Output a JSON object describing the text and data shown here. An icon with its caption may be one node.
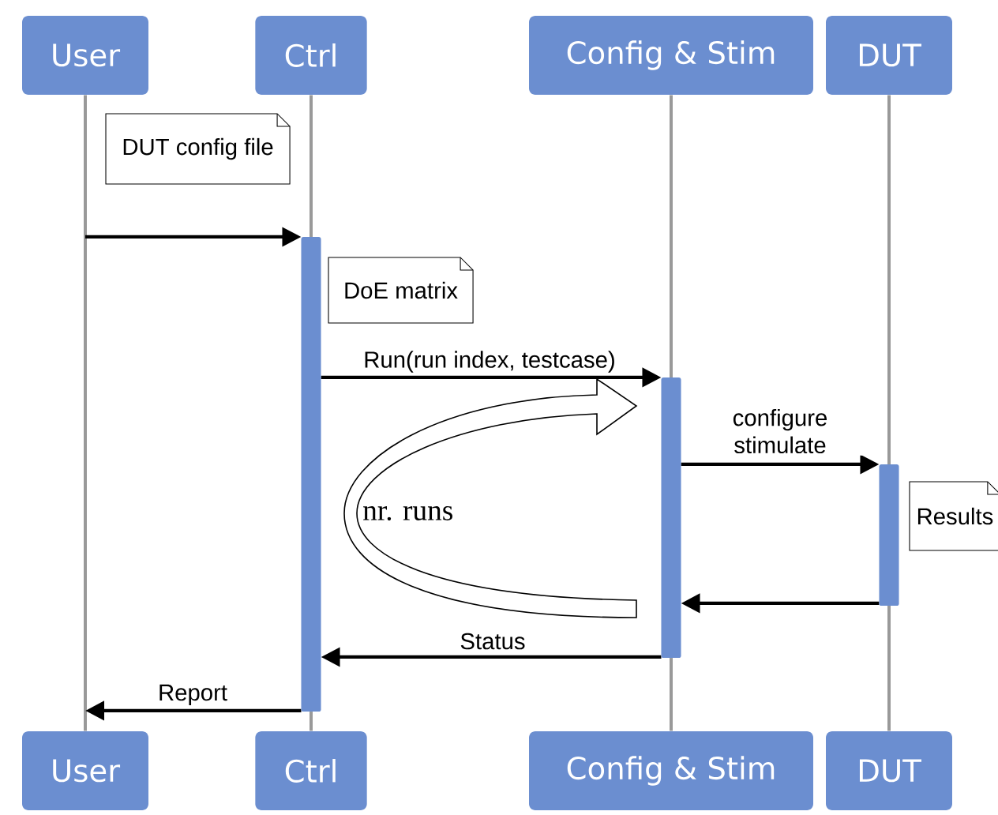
{
  "diagram": {
    "nodes": [
      {
        "text": [
          "User"
        ]
      },
      {
        "text": [
          "Ctrl"
        ]
      },
      {
        "text": [
          "Config & Stim"
        ]
      },
      {
        "text": [
          "DUT"
        ]
      },
      {
        "text": [
          "User"
        ]
      },
      {
        "text": [
          "Ctrl"
        ]
      },
      {
        "text": [
          "Config & Stim"
        ]
      },
      {
        "text": [
          "DUT"
        ]
      },
      {
        "text": [
          "DUT config file"
        ]
      },
      {
        "text": [
          "DoE matrix"
        ]
      },
      {
        "text": [
          "Results"
        ]
      },
      {
        "text": [],
        "shape": "bar"
      },
      {
        "text": [],
        "shape": "bar"
      },
      {
        "text": [],
        "shape": "bar"
      }
    ],
    "edges": [
      {
        "from": 0,
        "to": 4,
        "arrow": "none"
      },
      {
        "from": 1,
        "to": 11,
        "arrow": "none"
      },
      {
        "from": 11,
        "to": 5,
        "arrow": "none"
      },
      {
        "from": 2,
        "to": 12,
        "arrow": "none"
      },
      {
        "from": 12,
        "to": 6,
        "arrow": "none"
      },
      {
        "from": 3,
        "to": 13,
        "arrow": "none"
      },
      {
        "from": 13,
        "to": 7,
        "arrow": "none"
      },
      {
        "from": null,
        "to": 11,
        "arrow": "to",
        "color": "#000000"
      },
      {
        "from": 11,
        "to": 12,
        "arrow": "to",
        "label": "Run(run index, testcase)",
        "color": "#000000"
      },
      {
        "from": 12,
        "to": 13,
        "arrow": "to",
        "label": "configure stimulate",
        "color": "#000000"
      },
      {
        "from": 13,
        "to": 12,
        "arrow": "to",
        "color": "#000000"
      },
      {
        "from": 12,
        "to": 11,
        "arrow": "to",
        "label": "Status",
        "color": "#000000"
      },
      {
        "from": 11,
        "to": 4,
        "arrow": "to",
        "label": "Report",
        "color": "#000000"
      }
    ],
    "labels": [
      "nr. runs"
    ]
  }
}
